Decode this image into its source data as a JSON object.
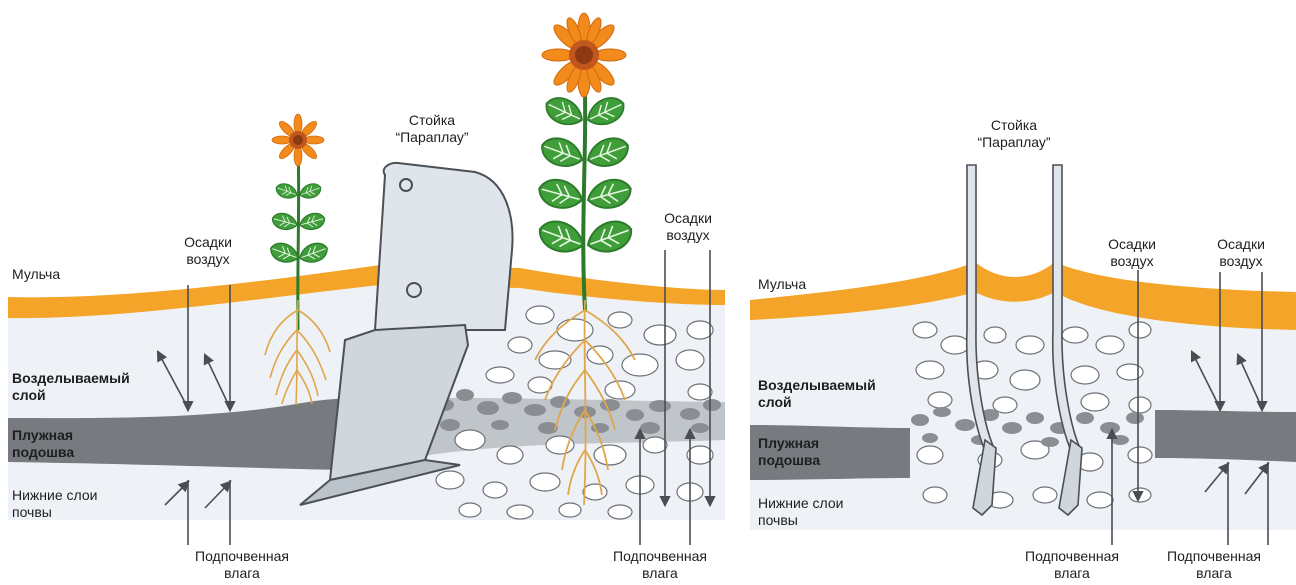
{
  "left_panel": {
    "layers": {
      "mulch": "Мульча",
      "tilled_line1": "Возделываемый",
      "tilled_line2": "слой",
      "pan_line1": "Плужная",
      "pan_line2": "подошва",
      "subsoil_line1": "Нижние слои",
      "subsoil_line2": "почвы"
    },
    "tool_label_line1": "Стойка",
    "tool_label_line2": "“Параплау”",
    "precip_a_line1": "Осадки",
    "precip_a_line2": "воздух",
    "precip_b_line1": "Осадки",
    "precip_b_line2": "воздух",
    "moisture_a_line1": "Подпочвенная",
    "moisture_a_line2": "влага",
    "moisture_b_line1": "Подпочвенная",
    "moisture_b_line2": "влага"
  },
  "right_panel": {
    "layers": {
      "mulch": "Мульча",
      "tilled_line1": "Возделываемый",
      "tilled_line2": "слой",
      "pan_line1": "Плужная",
      "pan_line2": "подошва",
      "subsoil_line1": "Нижние слои",
      "subsoil_line2": "почвы"
    },
    "tool_label_line1": "Стойка",
    "tool_label_line2": "“Параплау”",
    "precip_a_line1": "Осадки",
    "precip_a_line2": "воздух",
    "precip_b_line1": "Осадки",
    "precip_b_line2": "воздух",
    "moisture_a_line1": "Подпочвенная",
    "moisture_a_line2": "влага",
    "moisture_b_line1": "Подпочвенная",
    "moisture_b_line2": "влага"
  },
  "colors": {
    "mulch": "#f5a42a",
    "tilled": "#eef2f6",
    "plow_pan": "#777b80",
    "stone_dark": "#8a8e93",
    "stone_light": "#ffffff",
    "leaf": "#3f9e3a",
    "leaf_dark": "#2c7a2a",
    "petal": "#f28a1c",
    "flower_center": "#c2571d",
    "root": "#e0a64b",
    "tool_fill": "#dfe5ea",
    "tool_stroke": "#4b5056"
  }
}
